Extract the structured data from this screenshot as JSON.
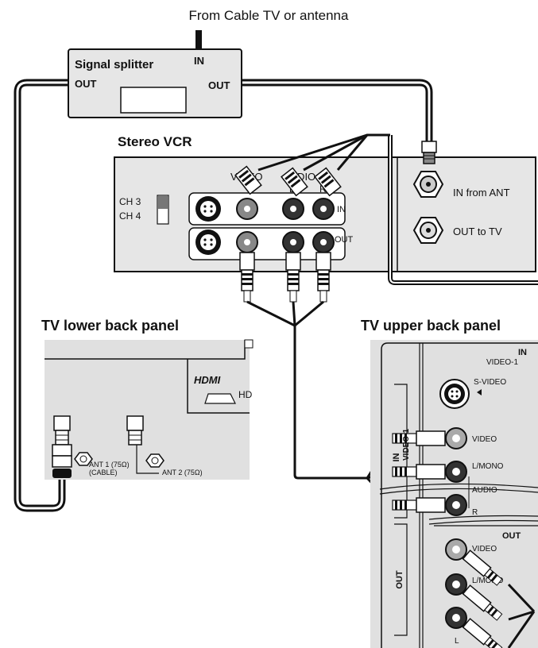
{
  "header": {
    "source_label": "From Cable TV or antenna"
  },
  "splitter": {
    "title": "Signal splitter",
    "in_label": "IN",
    "out_left": "OUT",
    "out_right": "OUT"
  },
  "vcr": {
    "title": "Stereo VCR",
    "video_label": "VIDEO",
    "audio_label": "AUDIO",
    "l_label": "L",
    "r_label": "R",
    "in_label": "IN",
    "out_label": "OUT",
    "ch3": "CH 3",
    "ch4": "CH 4",
    "in_from_ant": "IN from ANT",
    "out_to_tv": "OUT to TV"
  },
  "tv_lower": {
    "title": "TV lower back panel",
    "hdmi_logo": "HDMI",
    "hdmi_partial": "HD",
    "ant1_line1": "ANT 1 (75Ω)",
    "ant1_line2": "(CABLE)",
    "ant2": "ANT 2 (75Ω)"
  },
  "tv_upper": {
    "title": "TV upper back panel",
    "in_label": "IN",
    "video1": "VIDEO-1",
    "svideo": "S-VIDEO",
    "video": "VIDEO",
    "lmono": "L/MONO",
    "audio": "AUDIO",
    "r": "R",
    "side_in": "IN",
    "side_video": "VIDEO-1",
    "out_header": "OUT",
    "out_video": "VIDEO",
    "out_lmono": "L/MONO",
    "out_l": "L",
    "side_out": "OUT"
  }
}
